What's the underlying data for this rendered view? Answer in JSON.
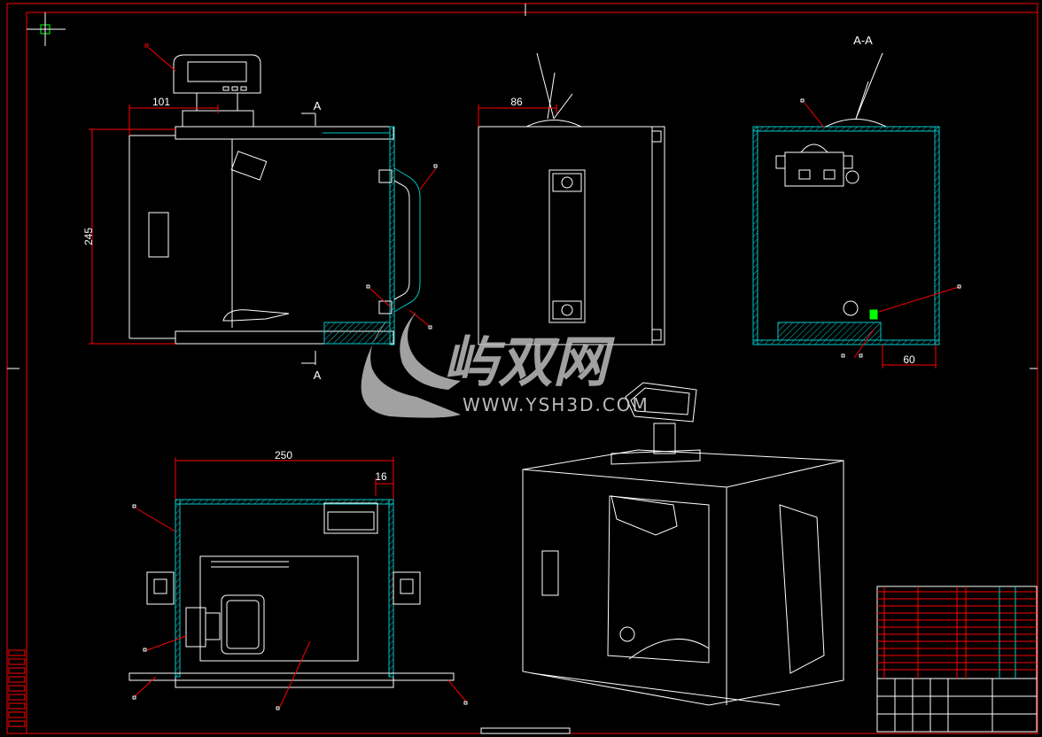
{
  "drawing": {
    "background": "#000000",
    "line_color": "#ffffff",
    "border_color": "#ff0000",
    "hatch_color": "#00c8c8",
    "accent_color": "#00ff00"
  },
  "dimensions": {
    "top_width": "101",
    "height": "245",
    "side_width": "86",
    "plan_width": "250",
    "plan_small": "16",
    "section_width": "60"
  },
  "section_marks": {
    "upper": "A",
    "lower": "A",
    "view_title": "A-A"
  },
  "watermark": {
    "logo_text": "屿双网",
    "url": "WWW.YSH3D.COM"
  }
}
